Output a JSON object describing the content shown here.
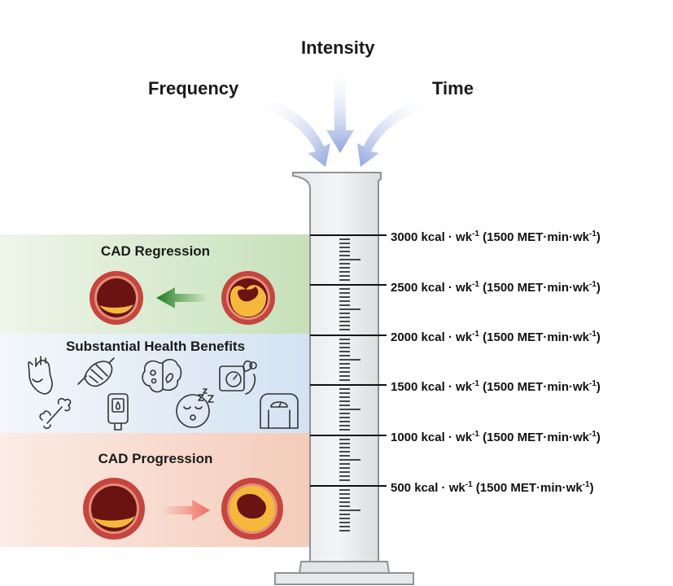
{
  "inputs": {
    "frequency": "Frequency",
    "intensity": "Intensity",
    "time": "Time"
  },
  "panels": {
    "regression": "CAD Regression",
    "benefits": "Substantial Health Benefits",
    "progression": "CAD Progression"
  },
  "icons": [
    "heart-icon",
    "muscle-icon",
    "brain-icon",
    "blood-pressure-icon",
    "bone-icon",
    "glucose-meter-icon",
    "sleep-icon",
    "weight-scale-icon"
  ],
  "scale": [
    {
      "amount": "3000 kcal · wk",
      "sup": "-1",
      "met": " (1500 MET·min·wk",
      "met_sup": "-1",
      "close": ")"
    },
    {
      "amount": "2500 kcal · wk",
      "sup": "-1",
      "met": " (1500 MET·min·wk",
      "met_sup": "-1",
      "close": ")"
    },
    {
      "amount": "2000 kcal · wk",
      "sup": "-1",
      "met": " (1500 MET·min·wk",
      "met_sup": "-1",
      "close": ")"
    },
    {
      "amount": "1500 kcal · wk",
      "sup": "-1",
      "met": " (1500 MET·min·wk",
      "met_sup": "-1",
      "close": ")"
    },
    {
      "amount": "1000 kcal · wk",
      "sup": "-1",
      "met": " (1500 MET·min·wk",
      "met_sup": "-1",
      "close": ")"
    },
    {
      "amount": "500 kcal · wk",
      "sup": "-1",
      "met": " (1500 MET·min·wk",
      "met_sup": "-1",
      "close": ")"
    }
  ],
  "colors": {
    "regression_bg": "#cfe5c4",
    "benefits_bg": "#dce7f3",
    "progression_bg": "#f6d3c4",
    "arrow_blue": "#9fb2e4",
    "green_arrow": "#2e8b2e",
    "red_arrow": "#f07c72",
    "vessel_wall": "#c6453e",
    "vessel_lumen": "#6b1212",
    "plaque": "#f5b83d"
  }
}
